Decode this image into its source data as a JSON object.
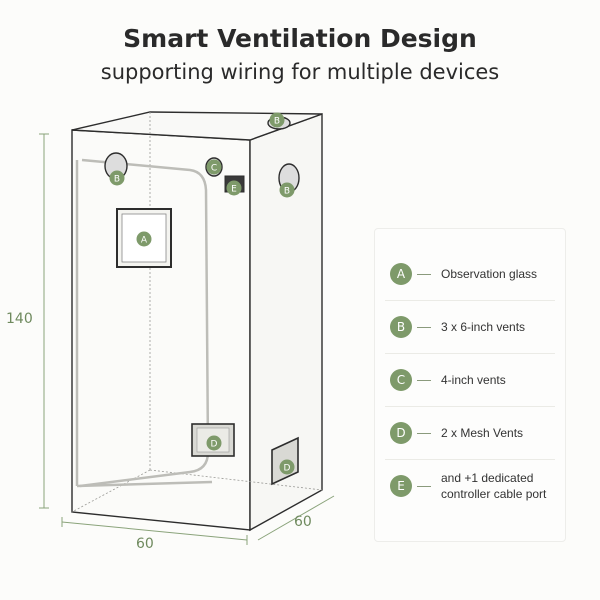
{
  "heading": {
    "title": "Smart Ventilation Design",
    "subtitle": "supporting wiring for multiple devices"
  },
  "dimensions": {
    "height": "140",
    "width": "60",
    "depth": "60"
  },
  "callouts": {
    "observation_glass": "A",
    "vent_top": "B",
    "vent_left": "B",
    "vent_right": "B",
    "vent_4inch": "C",
    "mesh_front": "D",
    "mesh_side": "D",
    "cable_port": "E"
  },
  "legend": [
    {
      "letter": "A",
      "text": "Observation glass"
    },
    {
      "letter": "B",
      "text": "3 x 6-inch vents"
    },
    {
      "letter": "C",
      "text": "4-inch vents"
    },
    {
      "letter": "D",
      "text": "2 x Mesh Vents"
    },
    {
      "letter": "E",
      "text": "and +1 dedicated controller cable port"
    }
  ],
  "colors": {
    "accent": "#7e9a6a",
    "outline": "#2d2d2d",
    "background": "#fcfcfa"
  }
}
